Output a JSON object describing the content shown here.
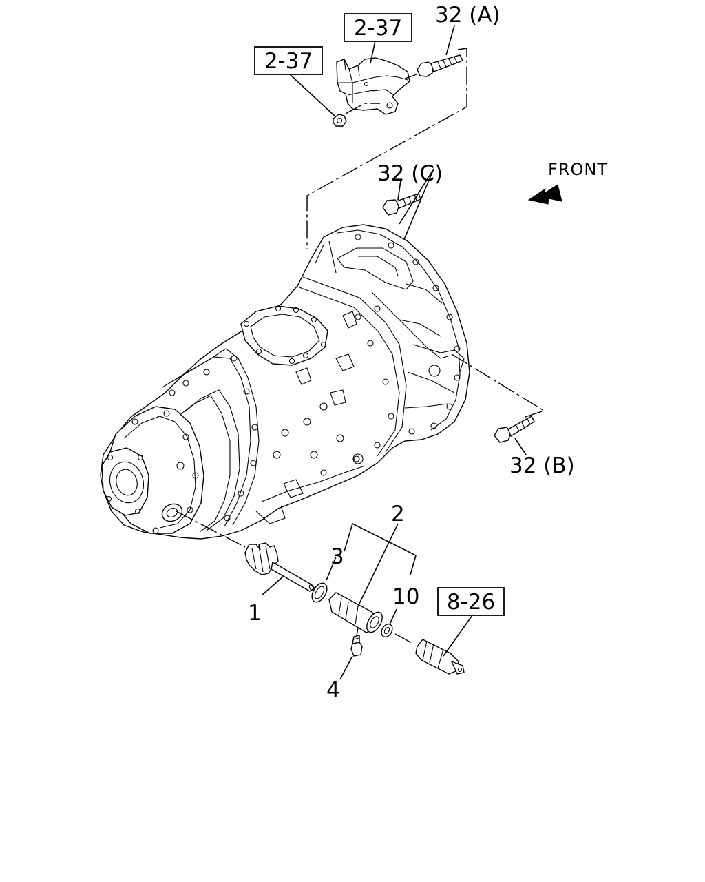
{
  "diagram": {
    "references": {
      "bracket_upper": "2-37",
      "bracket_nut": "2-37",
      "speedometer_sensor": "8-26"
    },
    "bolts": {
      "a": "32 (A)",
      "b": "32 (B)",
      "c": "32 (C)"
    },
    "parts": {
      "p1": "1",
      "p2": "2",
      "p3": "3",
      "p4": "4",
      "p10": "10"
    },
    "direction": "FRONT"
  }
}
